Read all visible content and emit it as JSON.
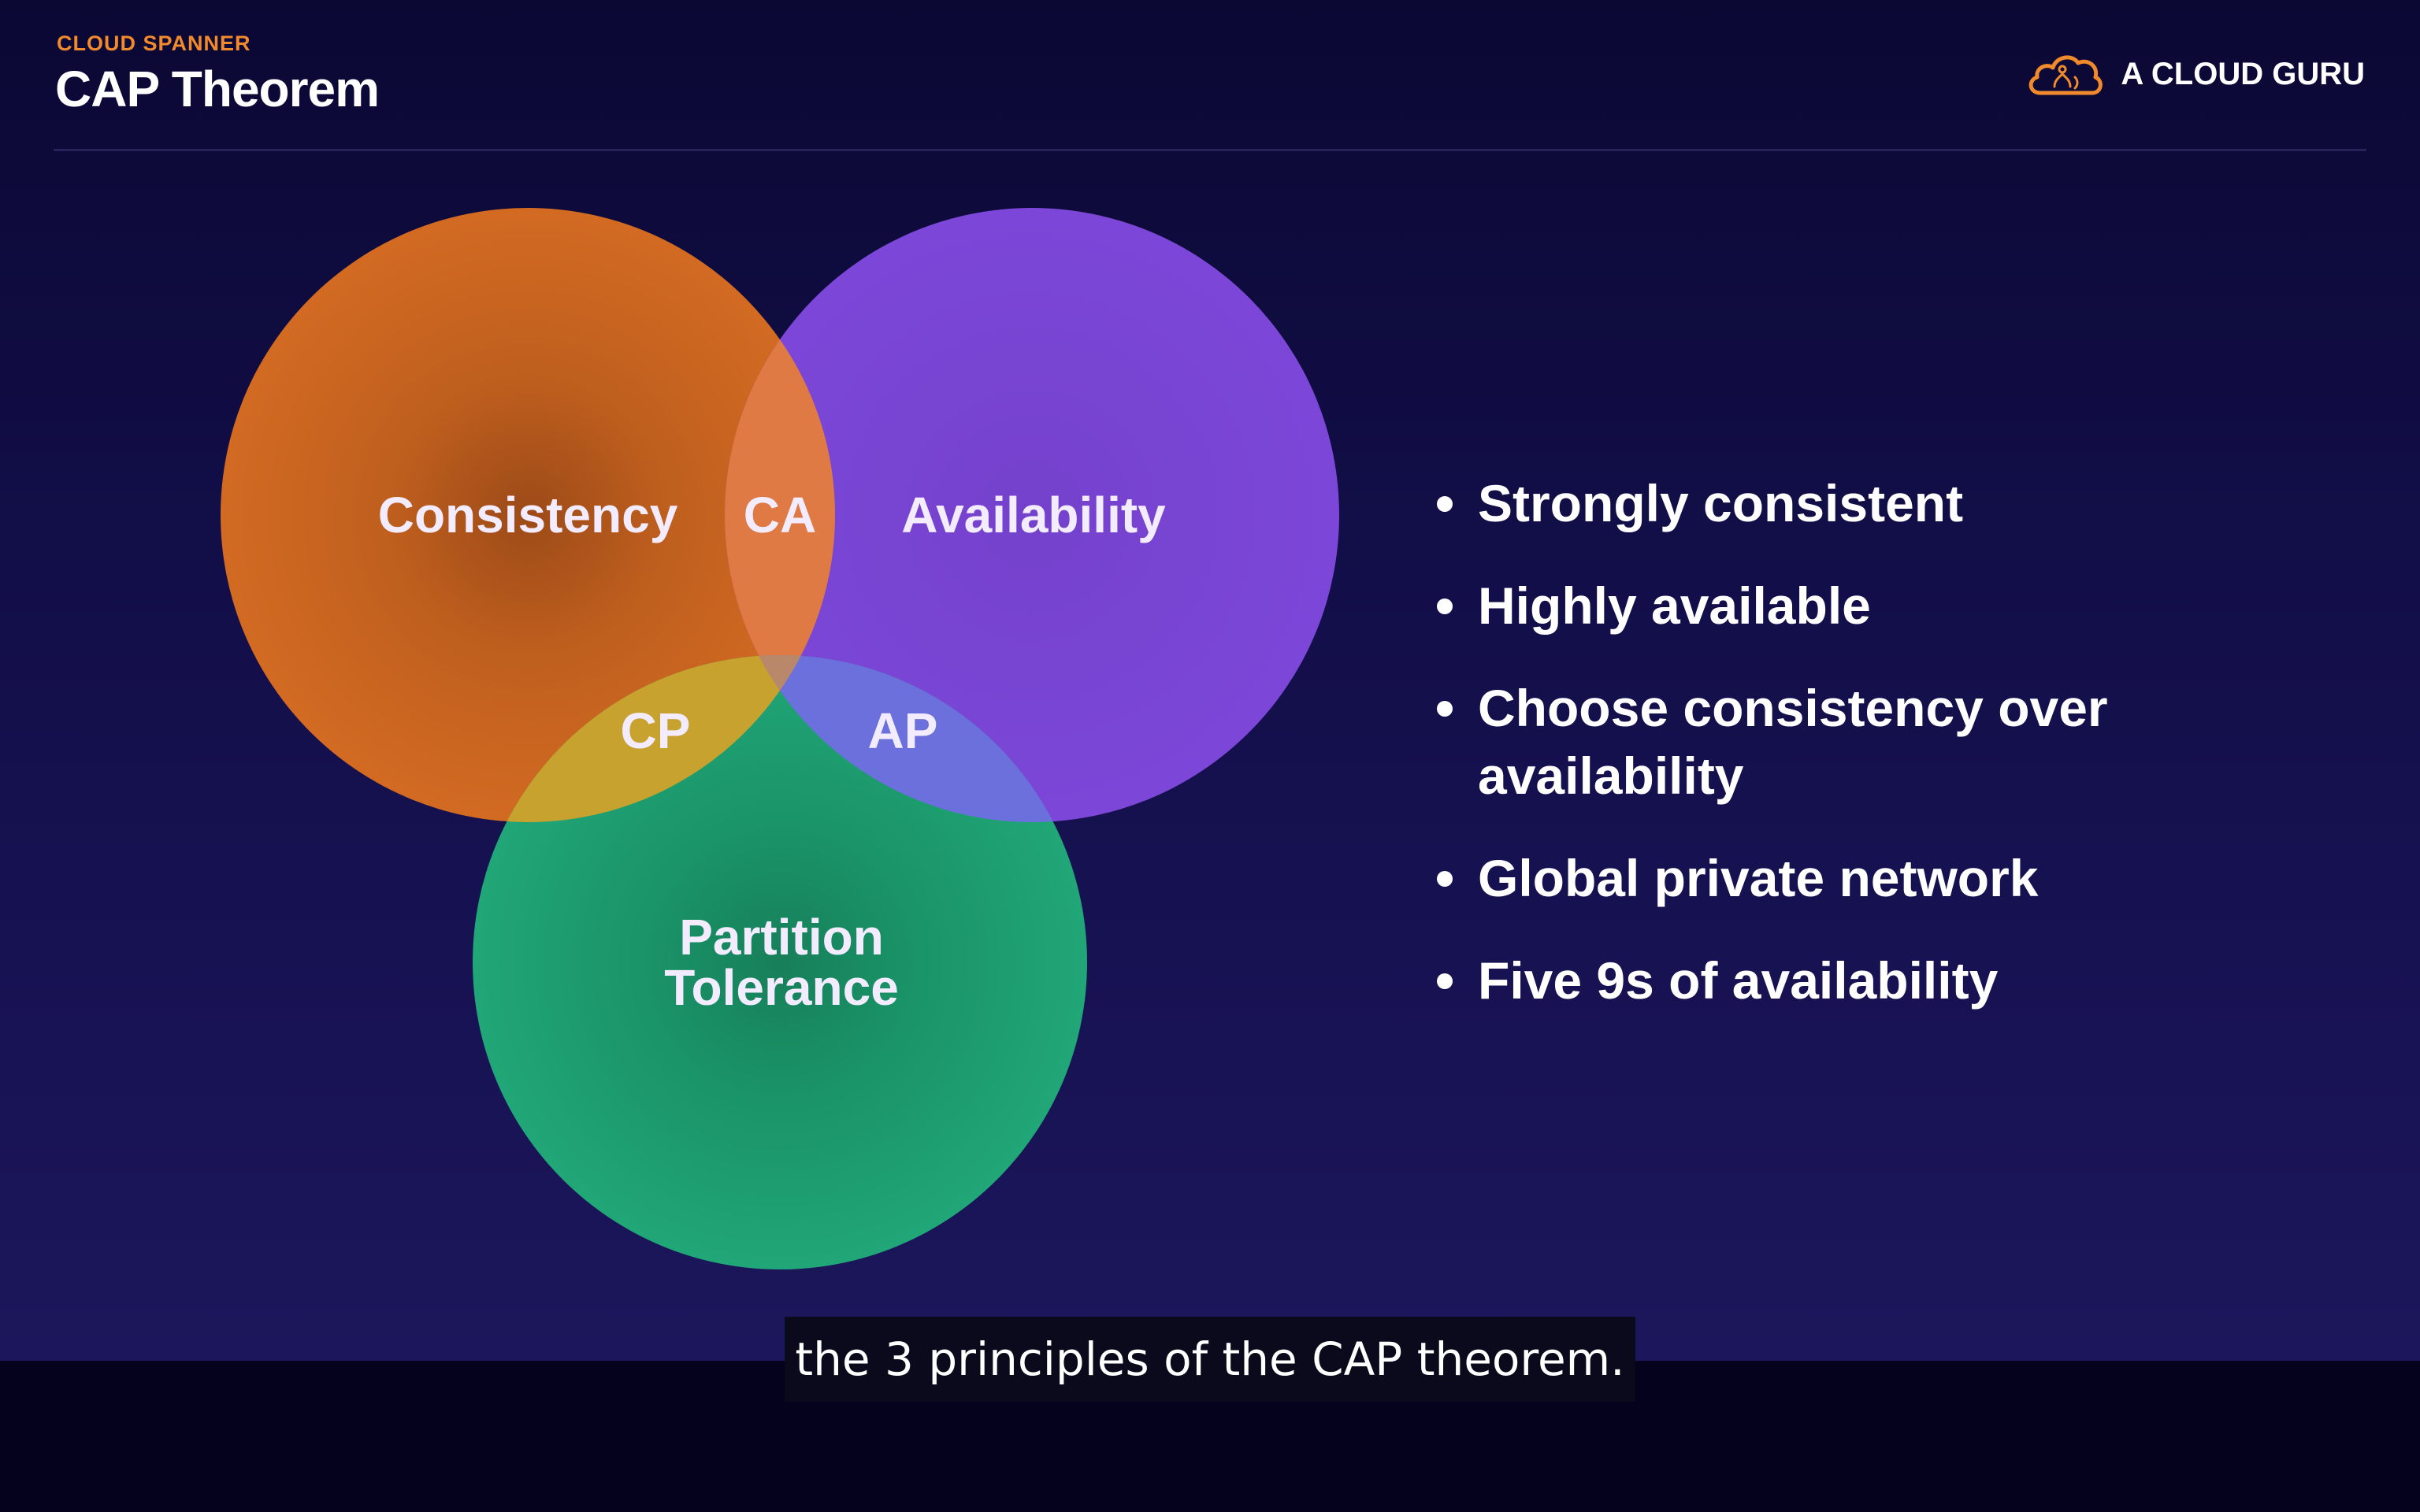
{
  "header": {
    "eyebrow": "CLOUD SPANNER",
    "title": "CAP Theorem",
    "brand_name": "A CLOUD GURU",
    "brand_icon": "cloud-logo-icon"
  },
  "venn": {
    "circles": {
      "consistency": "Consistency",
      "availability": "Availability",
      "partition_line1": "Partition",
      "partition_line2": "Tolerance"
    },
    "intersections": {
      "ca": "CA",
      "cp": "CP",
      "ap": "AP"
    },
    "colors": {
      "consistency": "#d2681f",
      "availability": "#7a45d6",
      "partition": "#1fa472"
    }
  },
  "bullets": [
    "Strongly consistent",
    "Highly available",
    "Choose consistency over availability",
    "Global private network",
    "Five 9s of availability"
  ],
  "caption": "the 3 principles of the CAP theorem.",
  "colors": {
    "accent": "#f08a2c",
    "background": "#120e48"
  }
}
